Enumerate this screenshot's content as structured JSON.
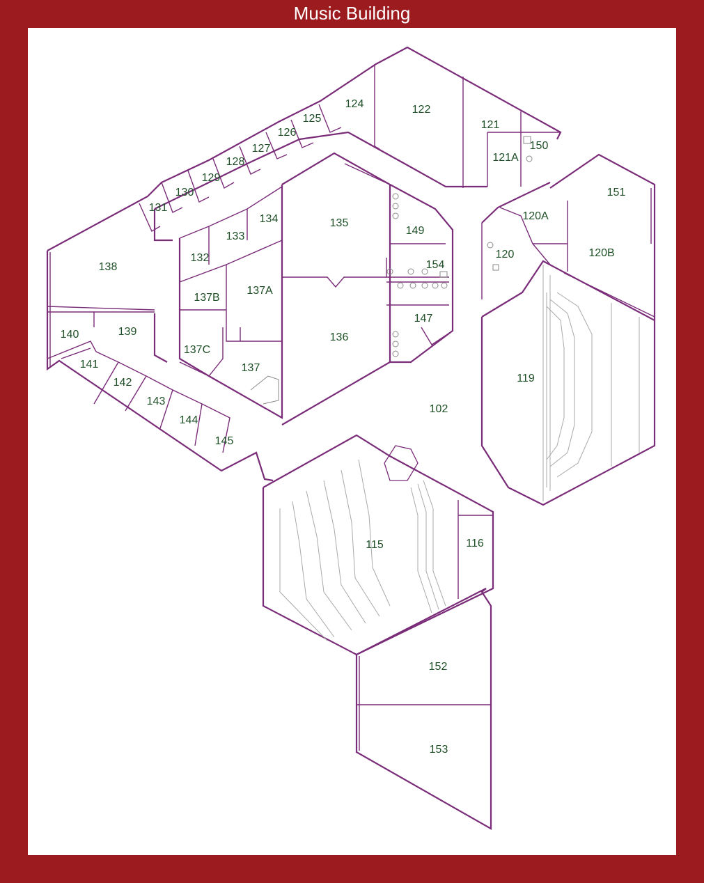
{
  "title": "Music Building",
  "colors": {
    "frame": "#9b1b1f",
    "wall": "#7a2c79",
    "label": "#1e4f26",
    "seating": "#a9a9a9"
  },
  "rooms": {
    "r102": "102",
    "r115": "115",
    "r116": "116",
    "r119": "119",
    "r120": "120",
    "r120A": "120A",
    "r120B": "120B",
    "r121": "121",
    "r121A": "121A",
    "r122": "122",
    "r124": "124",
    "r125": "125",
    "r126": "126",
    "r127": "127",
    "r128": "128",
    "r129": "129",
    "r130": "130",
    "r131": "131",
    "r132": "132",
    "r133": "133",
    "r134": "134",
    "r135": "135",
    "r136": "136",
    "r137": "137",
    "r137A": "137A",
    "r137B": "137B",
    "r137C": "137C",
    "r138": "138",
    "r139": "139",
    "r140": "140",
    "r141": "141",
    "r142": "142",
    "r143": "143",
    "r144": "144",
    "r145": "145",
    "r147": "147",
    "r149": "149",
    "r150": "150",
    "r151": "151",
    "r152": "152",
    "r153": "153",
    "r154": "154"
  }
}
